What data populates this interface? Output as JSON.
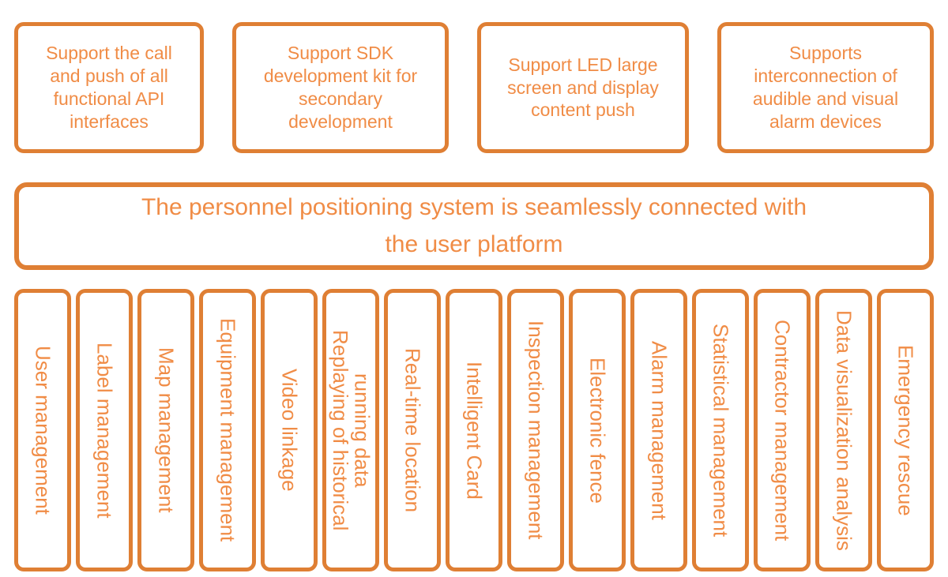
{
  "colors": {
    "border_orange": "#DF7F34",
    "text_orange": "#F08C46",
    "background": "#FFFFFF"
  },
  "top_features": [
    {
      "label": "Support the call and push of all functional API interfaces"
    },
    {
      "label": "Support SDK development kit for secondary development"
    },
    {
      "label": "Support LED large screen and display content push"
    },
    {
      "label": "Supports interconnection of audible and visual alarm devices"
    }
  ],
  "banner": {
    "line1": "The personnel positioning system is seamlessly connected with",
    "line2": "the user platform"
  },
  "modules": [
    {
      "label": "User management"
    },
    {
      "label": "Label management"
    },
    {
      "label": "Map management"
    },
    {
      "label": "Equipment management"
    },
    {
      "label": "Video linkage"
    },
    {
      "label": "Replaying of historical running data"
    },
    {
      "label": "Real-time location"
    },
    {
      "label": "Intelligent Card"
    },
    {
      "label": "Inspection management"
    },
    {
      "label": "Electronic fence"
    },
    {
      "label": "Alarm management"
    },
    {
      "label": "Statistical management"
    },
    {
      "label": "Contractor management"
    },
    {
      "label": "Data visualization analysis"
    },
    {
      "label": "Emergency rescue"
    }
  ]
}
